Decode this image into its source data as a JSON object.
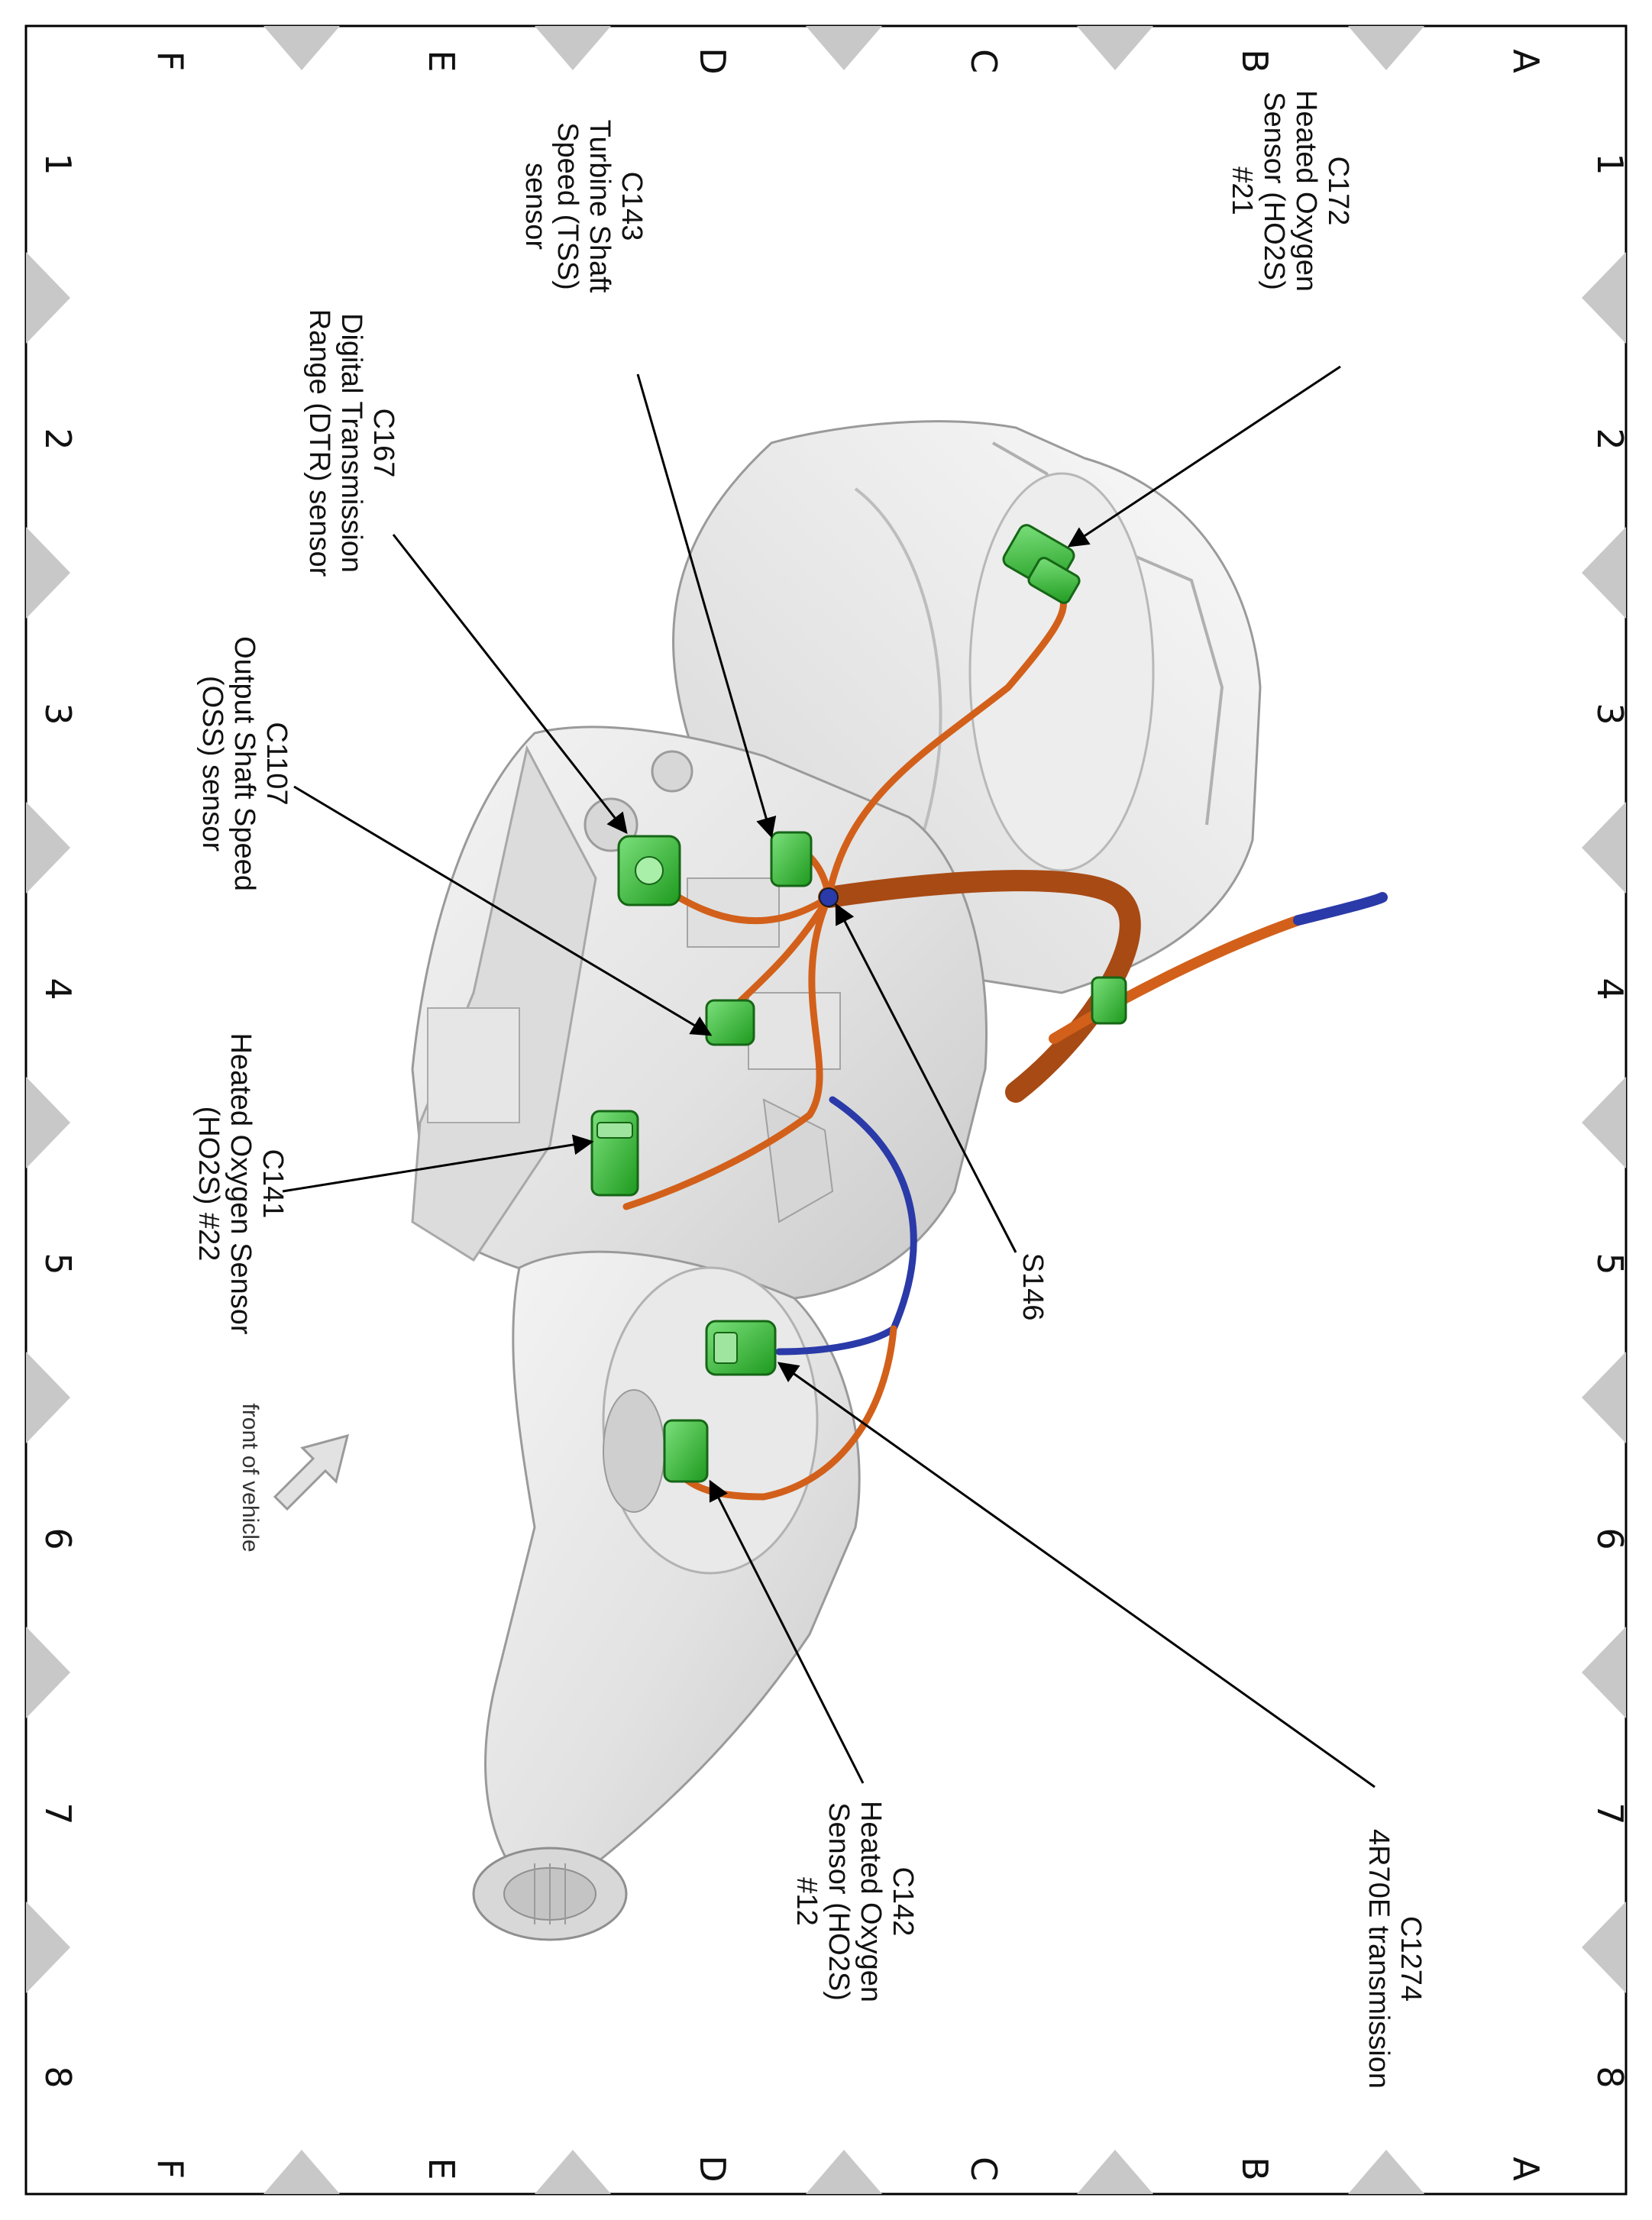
{
  "grid": {
    "rows": [
      "A",
      "B",
      "C",
      "D",
      "E",
      "F"
    ],
    "cols": [
      "1",
      "2",
      "3",
      "4",
      "5",
      "6",
      "7",
      "8"
    ]
  },
  "callouts": {
    "c172": {
      "code": "C172",
      "lines": [
        "Heated Oxygen",
        "Sensor (HO2S)",
        "#21"
      ]
    },
    "c143": {
      "code": "C143",
      "lines": [
        "Turbine Shaft",
        "Speed (TSS)",
        "sensor"
      ]
    },
    "c167": {
      "code": "C167",
      "lines": [
        "Digital Transmission",
        "Range (DTR) sensor"
      ]
    },
    "c1107": {
      "code": "C1107",
      "lines": [
        "Output Shaft Speed",
        "(OSS) sensor"
      ]
    },
    "c141": {
      "code": "C141",
      "lines": [
        "Heated Oxygen Sensor",
        "(HO2S) #22"
      ]
    },
    "s146": {
      "code": "S146",
      "lines": []
    },
    "c1274": {
      "code": "C1274",
      "lines": [
        "4R70E transmission"
      ]
    },
    "c142": {
      "code": "C142",
      "lines": [
        "Heated Oxygen",
        "Sensor (HO2S)",
        "#12"
      ]
    }
  },
  "orientation_note": "front of vehicle",
  "colors": {
    "connector": "#2fb52f",
    "harness_orange": "#d2601a",
    "harness_blue": "#2a3aa8",
    "housing": "#e3e3e3",
    "grid_marker": "#c8c8c8"
  }
}
